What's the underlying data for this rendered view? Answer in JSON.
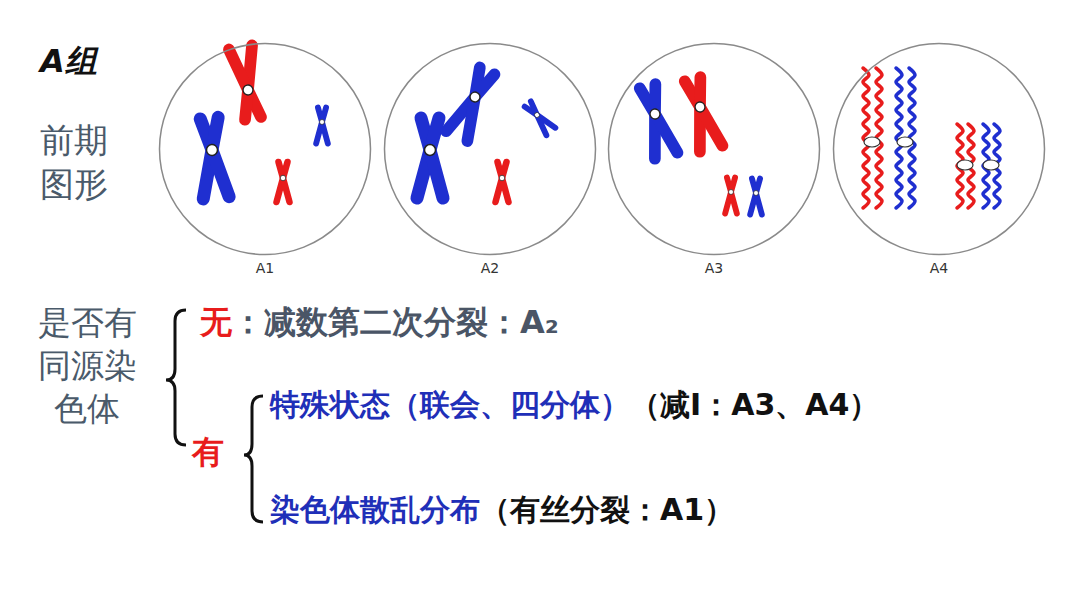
{
  "diagram": {
    "title": "A组",
    "nodes": [
      {
        "text": [
          "A1"
        ]
      },
      {
        "text": [
          "A2"
        ]
      },
      {
        "text": [
          "A3"
        ]
      },
      {
        "text": [
          "A4"
        ]
      }
    ],
    "labels": [
      "前期 图形",
      "是否有 同源染 色体",
      "无",
      "：减数第二次分裂：",
      "A₂",
      "有",
      "特殊状态（联会、四分体）",
      "（减I：A3、A4）",
      "染色体散乱分布",
      "（有丝分裂：A1）"
    ]
  }
}
